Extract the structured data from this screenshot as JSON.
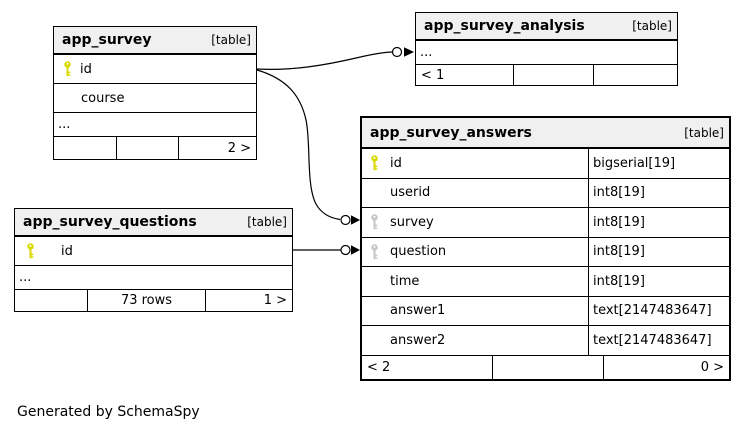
{
  "colors": {
    "header_bg": "#f0f0f0",
    "pk_key": "#d9d900",
    "fk_key": "#c6c6c6"
  },
  "tables": {
    "app_survey": {
      "name": "app_survey",
      "badge": "[table]",
      "columns": [
        {
          "name": "id",
          "key": "pk"
        },
        {
          "name": "course",
          "key": ""
        },
        {
          "name": "...",
          "key": ""
        }
      ],
      "footer": {
        "left": "",
        "center": "",
        "right": "2 >"
      }
    },
    "app_survey_analysis": {
      "name": "app_survey_analysis",
      "badge": "[table]",
      "columns": [
        {
          "name": "...",
          "key": ""
        }
      ],
      "footer": {
        "left": "< 1",
        "center": "",
        "right": ""
      }
    },
    "app_survey_questions": {
      "name": "app_survey_questions",
      "badge": "[table]",
      "columns": [
        {
          "name": "id",
          "key": "pk"
        },
        {
          "name": "...",
          "key": ""
        }
      ],
      "footer": {
        "left": "",
        "center": "73 rows",
        "right": "1 >"
      }
    },
    "app_survey_answers": {
      "name": "app_survey_answers",
      "badge": "[table]",
      "columns": [
        {
          "name": "id",
          "type": "bigserial[19]",
          "key": "pk"
        },
        {
          "name": "userid",
          "type": "int8[19]",
          "key": ""
        },
        {
          "name": "survey",
          "type": "int8[19]",
          "key": "fk"
        },
        {
          "name": "question",
          "type": "int8[19]",
          "key": "fk"
        },
        {
          "name": "time",
          "type": "int8[19]",
          "key": ""
        },
        {
          "name": "answer1",
          "type": "text[2147483647]",
          "key": ""
        },
        {
          "name": "answer2",
          "type": "text[2147483647]",
          "key": ""
        }
      ],
      "footer": {
        "left": "< 2",
        "center": "",
        "right": "0 >"
      }
    }
  },
  "relationships": [
    {
      "from": "app_survey.id",
      "to": "app_survey_analysis"
    },
    {
      "from": "app_survey.id",
      "to": "app_survey_answers.survey"
    },
    {
      "from": "app_survey_questions.id",
      "to": "app_survey_answers.question"
    }
  ],
  "footer_note": "Generated by SchemaSpy"
}
